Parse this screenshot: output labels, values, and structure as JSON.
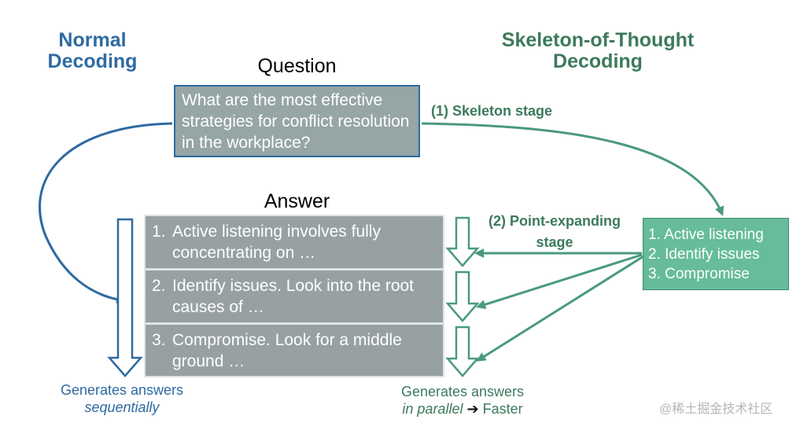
{
  "normal": {
    "title_line1": "Normal",
    "title_line2": "Decoding",
    "caption_line1": "Generates answers",
    "caption_line2": "sequentially"
  },
  "sot": {
    "title_line1": "Skeleton-of-Thought",
    "title_line2": "Decoding",
    "skeleton_stage": "(1) Skeleton stage",
    "point_stage_line1": "(2) Point-expanding",
    "point_stage_line2": "stage",
    "caption_line1": "Generates answers",
    "caption_italic": "in parallel",
    "caption_arrow": "➔",
    "caption_faster": "Faster"
  },
  "question": {
    "label": "Question",
    "text": "What are the most effective strategies for conflict resolution in the workplace?"
  },
  "answer": {
    "label": "Answer",
    "rows": [
      {
        "num": "1.",
        "line1": "Active listening involves fully",
        "line2": "concentrating on …"
      },
      {
        "num": "2.",
        "line1": "Identify issues. Look into the root",
        "line2": "causes of …"
      },
      {
        "num": "3.",
        "line1": "Compromise. Look for a middle",
        "line2": "ground …"
      }
    ]
  },
  "skeleton": {
    "items": [
      "1. Active listening",
      "2. Identify issues",
      "3. Compromise"
    ]
  },
  "watermark": "@稀土掘金技术社区",
  "colors": {
    "blue": "#2e6aa2",
    "green": "#3d7a5c",
    "arrow_green": "#4a9a7c",
    "answer_gray": "#97a1a1",
    "question_gray": "#96a5a6",
    "skeleton_green": "#66bc9b"
  }
}
